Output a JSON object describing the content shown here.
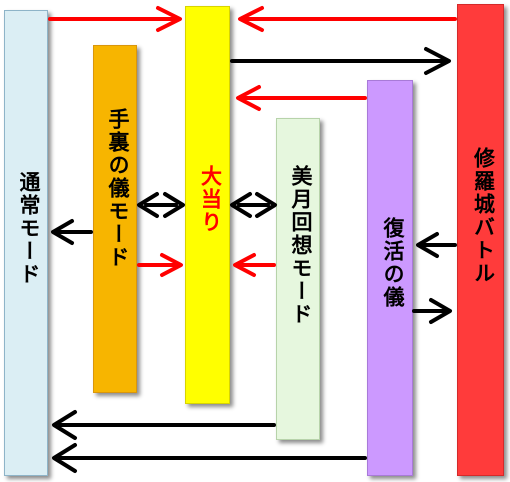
{
  "boxes": {
    "normal_mode": {
      "label": "通常モード",
      "color": "#dbeef4",
      "border": "#8eb4c8"
    },
    "teura_mode": {
      "label": "手裏の儀モード",
      "color": "#f7b500",
      "border": "#d9960c"
    },
    "jackpot": {
      "label": "大当り",
      "color": "#ffff00",
      "border": "#d8d400",
      "text_color": "#ff0000"
    },
    "bigetsu_kaiso_mode": {
      "label": "美月回想モード",
      "color": "#e6f7de",
      "border": "#b7d3aa"
    },
    "fukkatsu": {
      "label": "復活の儀",
      "color": "#cc99ff",
      "border": "#a87ad8"
    },
    "shura_battle": {
      "label": "修羅城バトル",
      "color": "#ff3b3b",
      "border": "#d42a2a"
    }
  },
  "colors": {
    "arrow_black": "#000000",
    "arrow_red": "#ff0000",
    "text_dark": "#000000"
  }
}
